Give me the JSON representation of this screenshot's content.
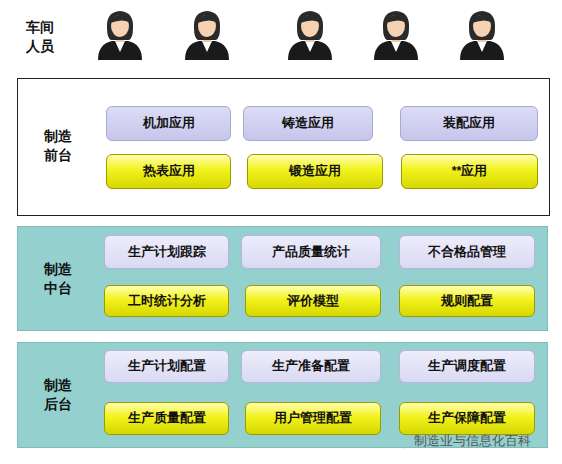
{
  "diagram": {
    "nodes": [
      {
        "text": [
          "制造 前台"
        ]
      },
      {
        "text": [
          "机加应用"
        ],
        "in": 0
      },
      {
        "text": [
          "铸造应用"
        ],
        "in": 0
      },
      {
        "text": [
          "装配应用"
        ],
        "in": 0
      },
      {
        "text": [
          "热表应用"
        ],
        "in": 0
      },
      {
        "text": [
          "锻造应用"
        ],
        "in": 0
      },
      {
        "text": [
          "**应用"
        ],
        "in": 0
      },
      {
        "text": [
          "制造 中台"
        ]
      },
      {
        "text": [
          "生产计划跟踪"
        ],
        "in": 7
      },
      {
        "text": [
          "产品质量统计"
        ],
        "in": 7
      },
      {
        "text": [
          "不合格品管理"
        ],
        "in": 7
      },
      {
        "text": [
          "工时统计分析"
        ],
        "in": 7
      },
      {
        "text": [
          "评价模型"
        ],
        "in": 7
      },
      {
        "text": [
          "规则配置"
        ],
        "in": 7
      },
      {
        "text": [
          "制造 后台"
        ]
      },
      {
        "text": [
          "生产计划配置"
        ],
        "in": 14
      },
      {
        "text": [
          "生产准备配置"
        ],
        "in": 14
      },
      {
        "text": [
          "生产调度配置"
        ],
        "in": 14
      },
      {
        "text": [
          "生产质量配置"
        ],
        "in": 14
      },
      {
        "text": [
          "用户管理配置"
        ],
        "in": 14
      },
      {
        "text": [
          "生产保障配置"
        ],
        "in": 14
      }
    ],
    "labels": [
      "车间 人员",
      "制造业与信息化百科"
    ]
  }
}
